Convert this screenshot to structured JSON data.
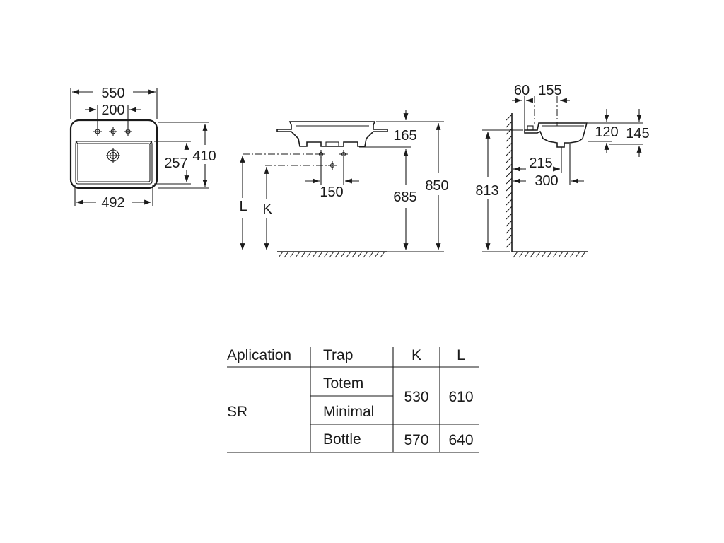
{
  "top_view": {
    "overall_width": "550",
    "tap_holes_spacing": "200",
    "bowl_depth": "257",
    "overall_depth": "410",
    "base_width": "492"
  },
  "front_view": {
    "basin_height": "165",
    "waste_offset": "150",
    "rim_to_waste": "685",
    "rim_height": "850",
    "label_L": "L",
    "label_K": "K"
  },
  "side_view": {
    "wall_gap": "60",
    "tap_distance": "155",
    "bowl_inner_depth": "120",
    "bowl_outer_depth": "145",
    "waste_distance": "215",
    "projection": "300",
    "floor_to_bottom": "813"
  },
  "table": {
    "headers": [
      "Aplication",
      "Trap",
      "K",
      "L"
    ],
    "application": "SR",
    "rows": [
      {
        "trap": "Totem"
      },
      {
        "trap": "Minimal"
      },
      {
        "trap": "Bottle"
      }
    ],
    "groups": [
      {
        "k": "530",
        "l": "610"
      },
      {
        "k": "570",
        "l": "640"
      }
    ]
  }
}
